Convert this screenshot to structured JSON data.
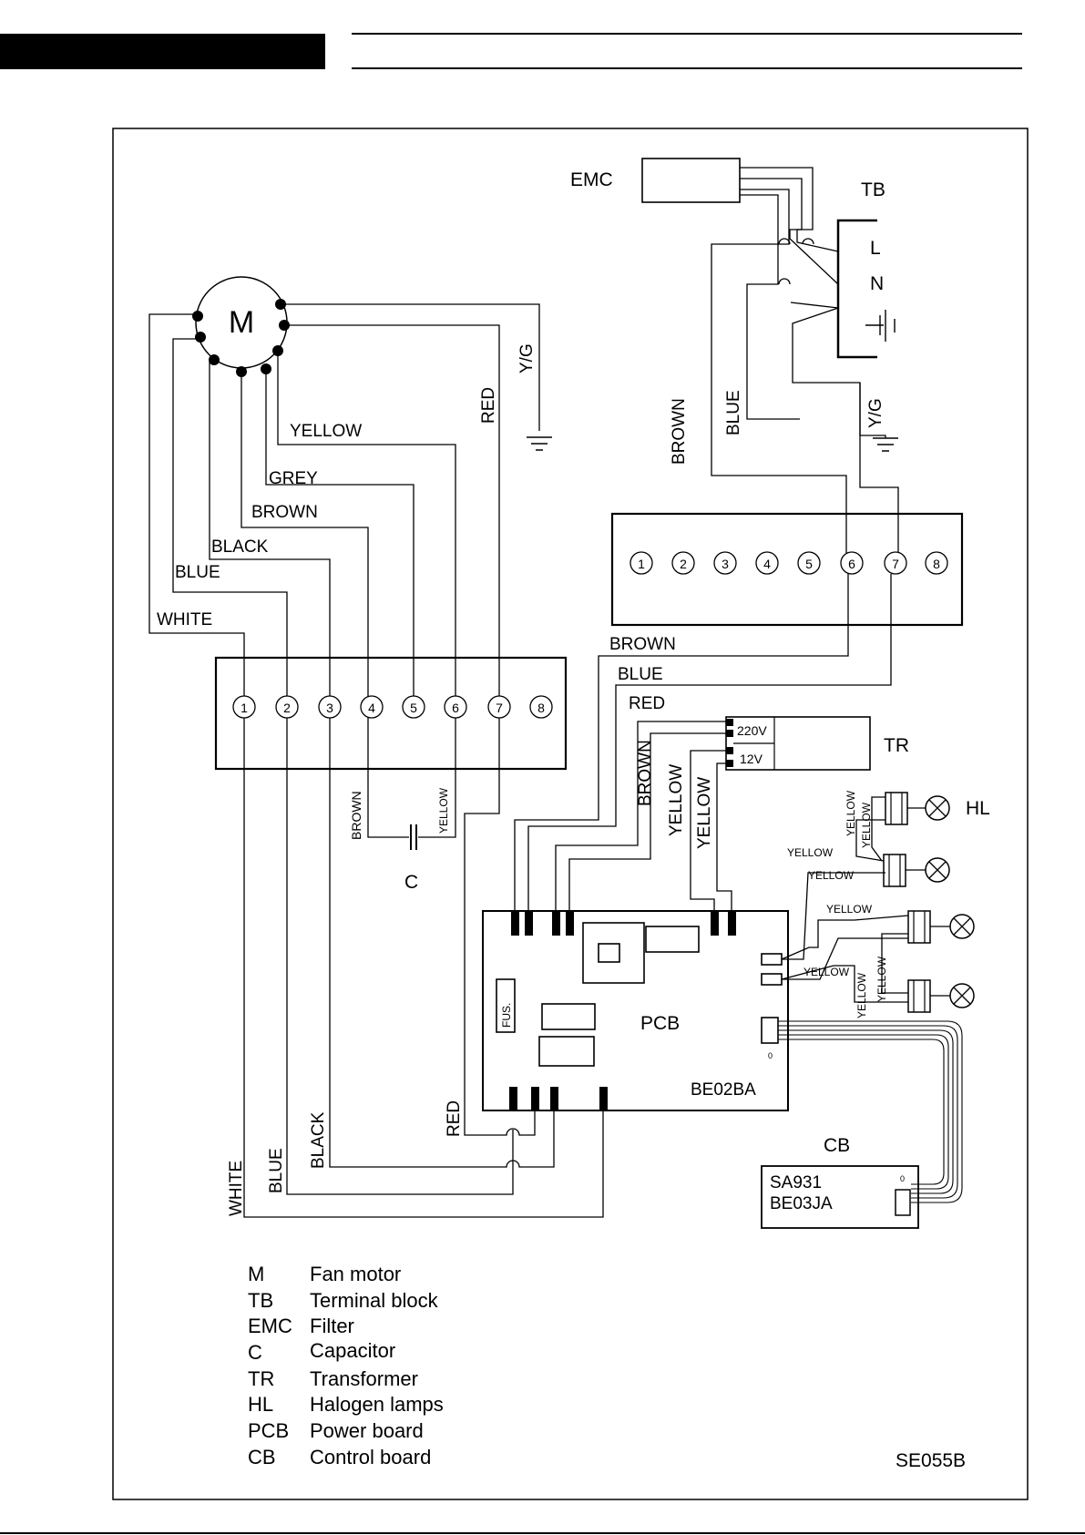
{
  "diagram": {
    "code": "SE055B",
    "components": {
      "motor": "M",
      "emc": "EMC",
      "terminal_block": "TB",
      "tb_terminals": [
        "L",
        "N"
      ],
      "capacitor": "C",
      "transformer": "TR",
      "tr_taps": [
        "220V",
        "12V"
      ],
      "halogen": "HL",
      "pcb": "PCB",
      "pcb_model": "BE02BA",
      "fuse": "FUS.",
      "control_board": "CB",
      "cb_models": [
        "SA931",
        "BE03JA"
      ],
      "connector_mark": "0"
    },
    "terminal_numbers": [
      "1",
      "2",
      "3",
      "4",
      "5",
      "6",
      "7",
      "8"
    ],
    "wires": {
      "yellow": "YELLOW",
      "grey": "GREY",
      "brown": "BROWN",
      "black": "BLACK",
      "blue": "BLUE",
      "white": "WHITE",
      "red": "RED",
      "yg": "Y/G"
    },
    "legend": [
      {
        "abbr": "M",
        "text": "Fan motor"
      },
      {
        "abbr": "TB",
        "text": "Terminal block"
      },
      {
        "abbr": "EMC",
        "text": "Filter"
      },
      {
        "abbr": "C",
        "text": "Capacitor"
      },
      {
        "abbr": "TR",
        "text": "Transformer"
      },
      {
        "abbr": "HL",
        "text": "Halogen lamps"
      },
      {
        "abbr": "PCB",
        "text": "Power board"
      },
      {
        "abbr": "CB",
        "text": "Control board"
      }
    ]
  }
}
